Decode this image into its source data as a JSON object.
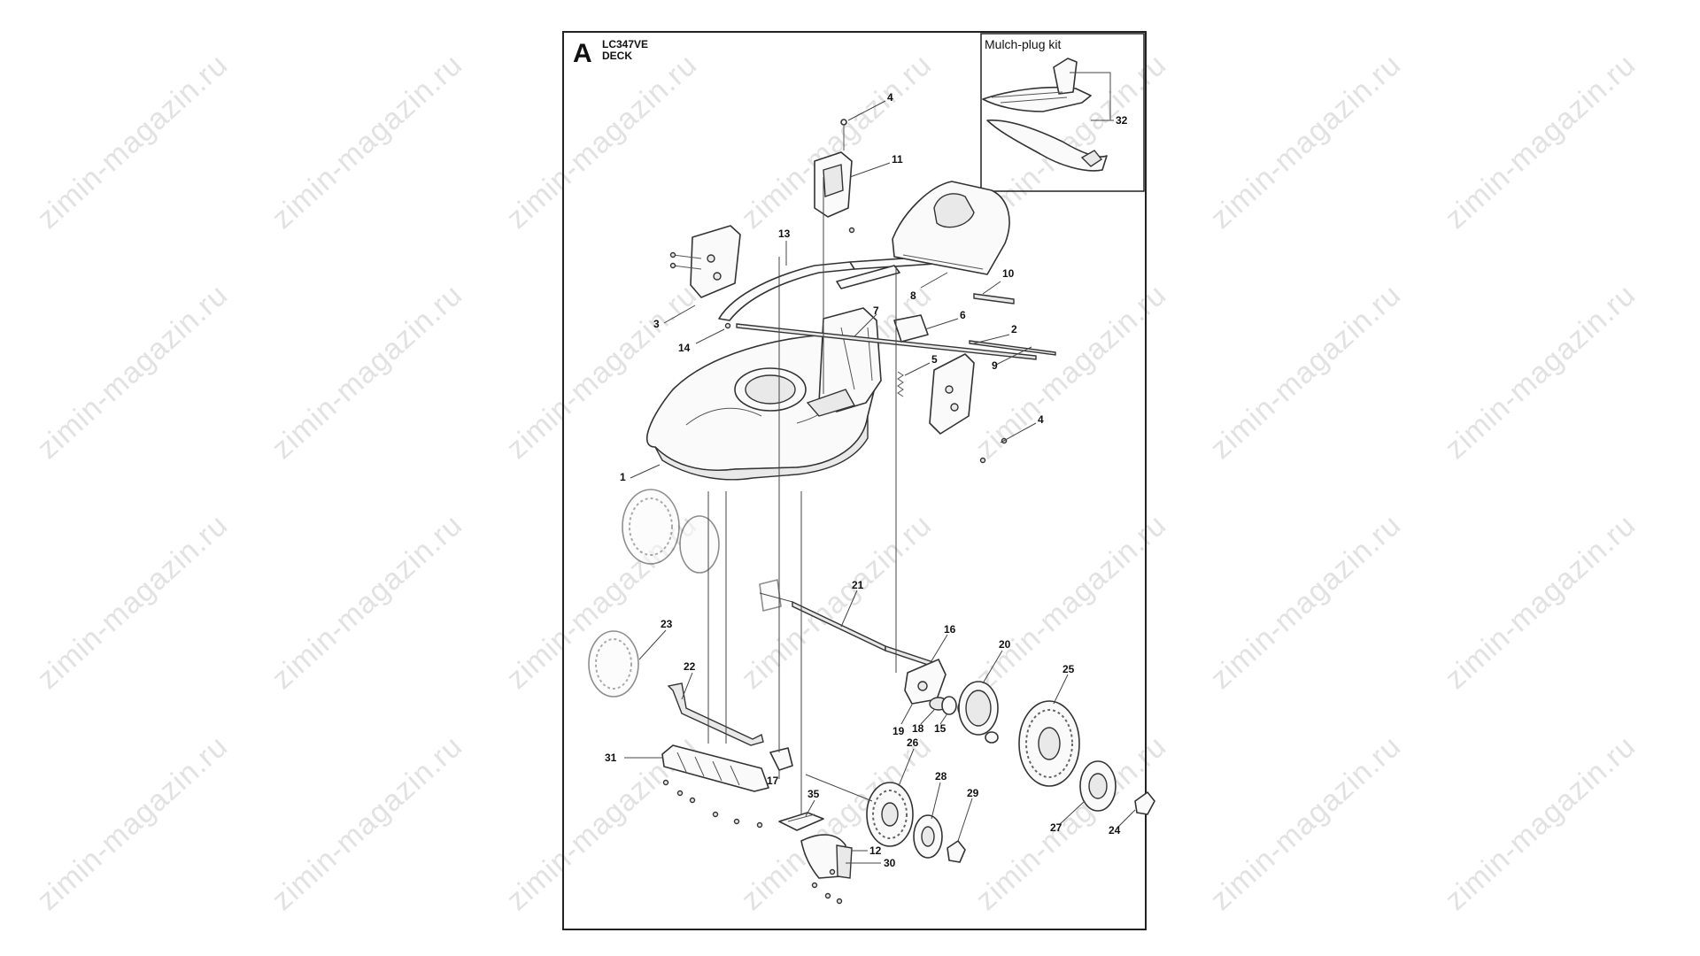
{
  "diagram": {
    "section_letter": "A",
    "model": "LC347VE",
    "section": "DECK",
    "kit_label": "Mulch-plug kit",
    "watermark": "zimin-magazin.ru",
    "callouts": [
      {
        "id": "c1",
        "text": "1"
      },
      {
        "id": "c2",
        "text": "2"
      },
      {
        "id": "c3",
        "text": "3"
      },
      {
        "id": "c4a",
        "text": "4"
      },
      {
        "id": "c4b",
        "text": "4"
      },
      {
        "id": "c5",
        "text": "5"
      },
      {
        "id": "c6",
        "text": "6"
      },
      {
        "id": "c7",
        "text": "7"
      },
      {
        "id": "c8",
        "text": "8"
      },
      {
        "id": "c9",
        "text": "9"
      },
      {
        "id": "c10",
        "text": "10"
      },
      {
        "id": "c11",
        "text": "11"
      },
      {
        "id": "c12",
        "text": "12"
      },
      {
        "id": "c13",
        "text": "13"
      },
      {
        "id": "c14",
        "text": "14"
      },
      {
        "id": "c15",
        "text": "15"
      },
      {
        "id": "c16",
        "text": "16"
      },
      {
        "id": "c17",
        "text": "17"
      },
      {
        "id": "c18",
        "text": "18"
      },
      {
        "id": "c19",
        "text": "19"
      },
      {
        "id": "c20",
        "text": "20"
      },
      {
        "id": "c21",
        "text": "21"
      },
      {
        "id": "c22",
        "text": "22"
      },
      {
        "id": "c23",
        "text": "23"
      },
      {
        "id": "c24",
        "text": "24"
      },
      {
        "id": "c25",
        "text": "25"
      },
      {
        "id": "c26",
        "text": "26"
      },
      {
        "id": "c27",
        "text": "27"
      },
      {
        "id": "c28",
        "text": "28"
      },
      {
        "id": "c29",
        "text": "29"
      },
      {
        "id": "c30",
        "text": "30"
      },
      {
        "id": "c31",
        "text": "31"
      },
      {
        "id": "c32",
        "text": "32"
      },
      {
        "id": "c35",
        "text": "35"
      }
    ]
  }
}
